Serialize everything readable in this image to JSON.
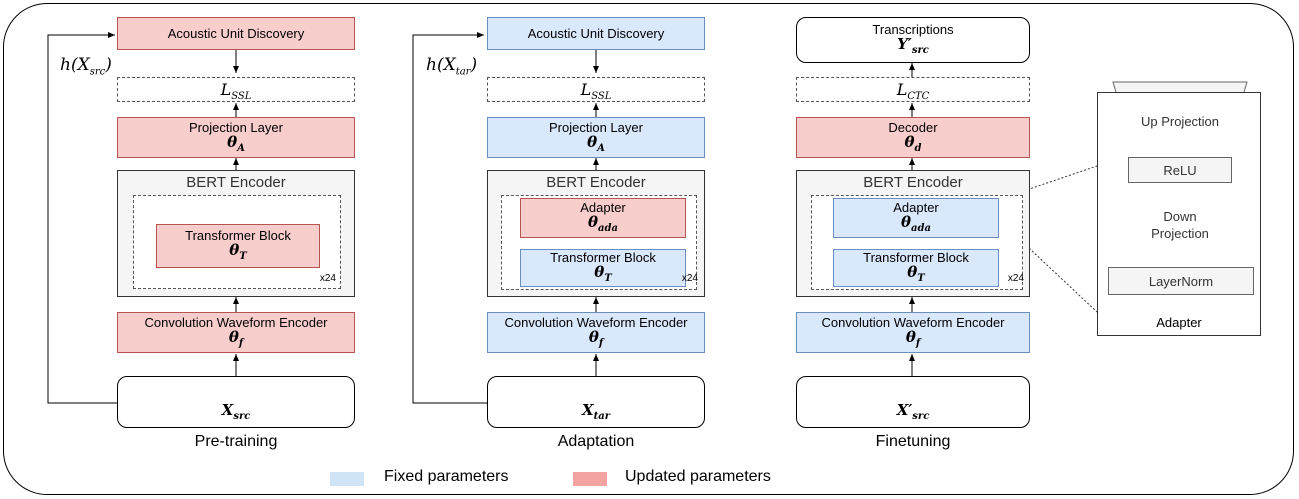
{
  "columns": [
    {
      "caption": "Pre-training",
      "top_label": "Acoustic Unit Discovery",
      "h_label": "h(X",
      "h_sub": "src",
      "loss": "L",
      "loss_sub": "SSL",
      "proj_label": "Projection Layer",
      "proj_theta_sub": "A",
      "encoder_title": "BERT Encoder",
      "block_label": "Transformer Block",
      "block_theta_sub": "T",
      "repeat": "x24",
      "conv_label": "Convolution Waveform Encoder",
      "conv_theta_sub": "f",
      "input_sub": "src"
    },
    {
      "caption": "Adaptation",
      "top_label": "Acoustic Unit Discovery",
      "h_label": "h(X",
      "h_sub": "tar",
      "loss": "L",
      "loss_sub": "SSL",
      "proj_label": "Projection Layer",
      "proj_theta_sub": "A",
      "encoder_title": "BERT Encoder",
      "adapter_label": "Adapter",
      "adapter_theta_sub": "ada",
      "block_label": "Transformer Block",
      "block_theta_sub": "T",
      "repeat": "x24",
      "conv_label": "Convolution Waveform Encoder",
      "conv_theta_sub": "f",
      "input_sub": "tar"
    },
    {
      "caption": "Finetuning",
      "top_label": "Transcriptions",
      "top_math": "Y′",
      "top_math_sub": "src",
      "loss": "L",
      "loss_sub": "CTC",
      "proj_label": "Decoder",
      "proj_theta_sub": "d",
      "encoder_title": "BERT Encoder",
      "adapter_label": "Adapter",
      "adapter_theta_sub": "ada",
      "block_label": "Transformer Block",
      "block_theta_sub": "T",
      "repeat": "x24",
      "conv_label": "Convolution Waveform Encoder",
      "conv_theta_sub": "f",
      "input_prime": "X′",
      "input_sub": "src"
    }
  ],
  "symbols": {
    "theta": "θ",
    "X": "X",
    "paren_close": ")"
  },
  "adapter_panel": {
    "up": "Up Projection",
    "relu": "ReLU",
    "down": "Down Projection",
    "norm": "LayerNorm",
    "caption": "Adapter"
  },
  "legend": [
    {
      "label": "Fixed parameters",
      "color": "#cfe5f7"
    },
    {
      "label": "Updated parameters",
      "color": "#f4a3a3"
    }
  ],
  "colors": {
    "updated": "#f8cecc",
    "fixed": "#dae8fc",
    "encoder_bg": "#f5f5f5"
  }
}
